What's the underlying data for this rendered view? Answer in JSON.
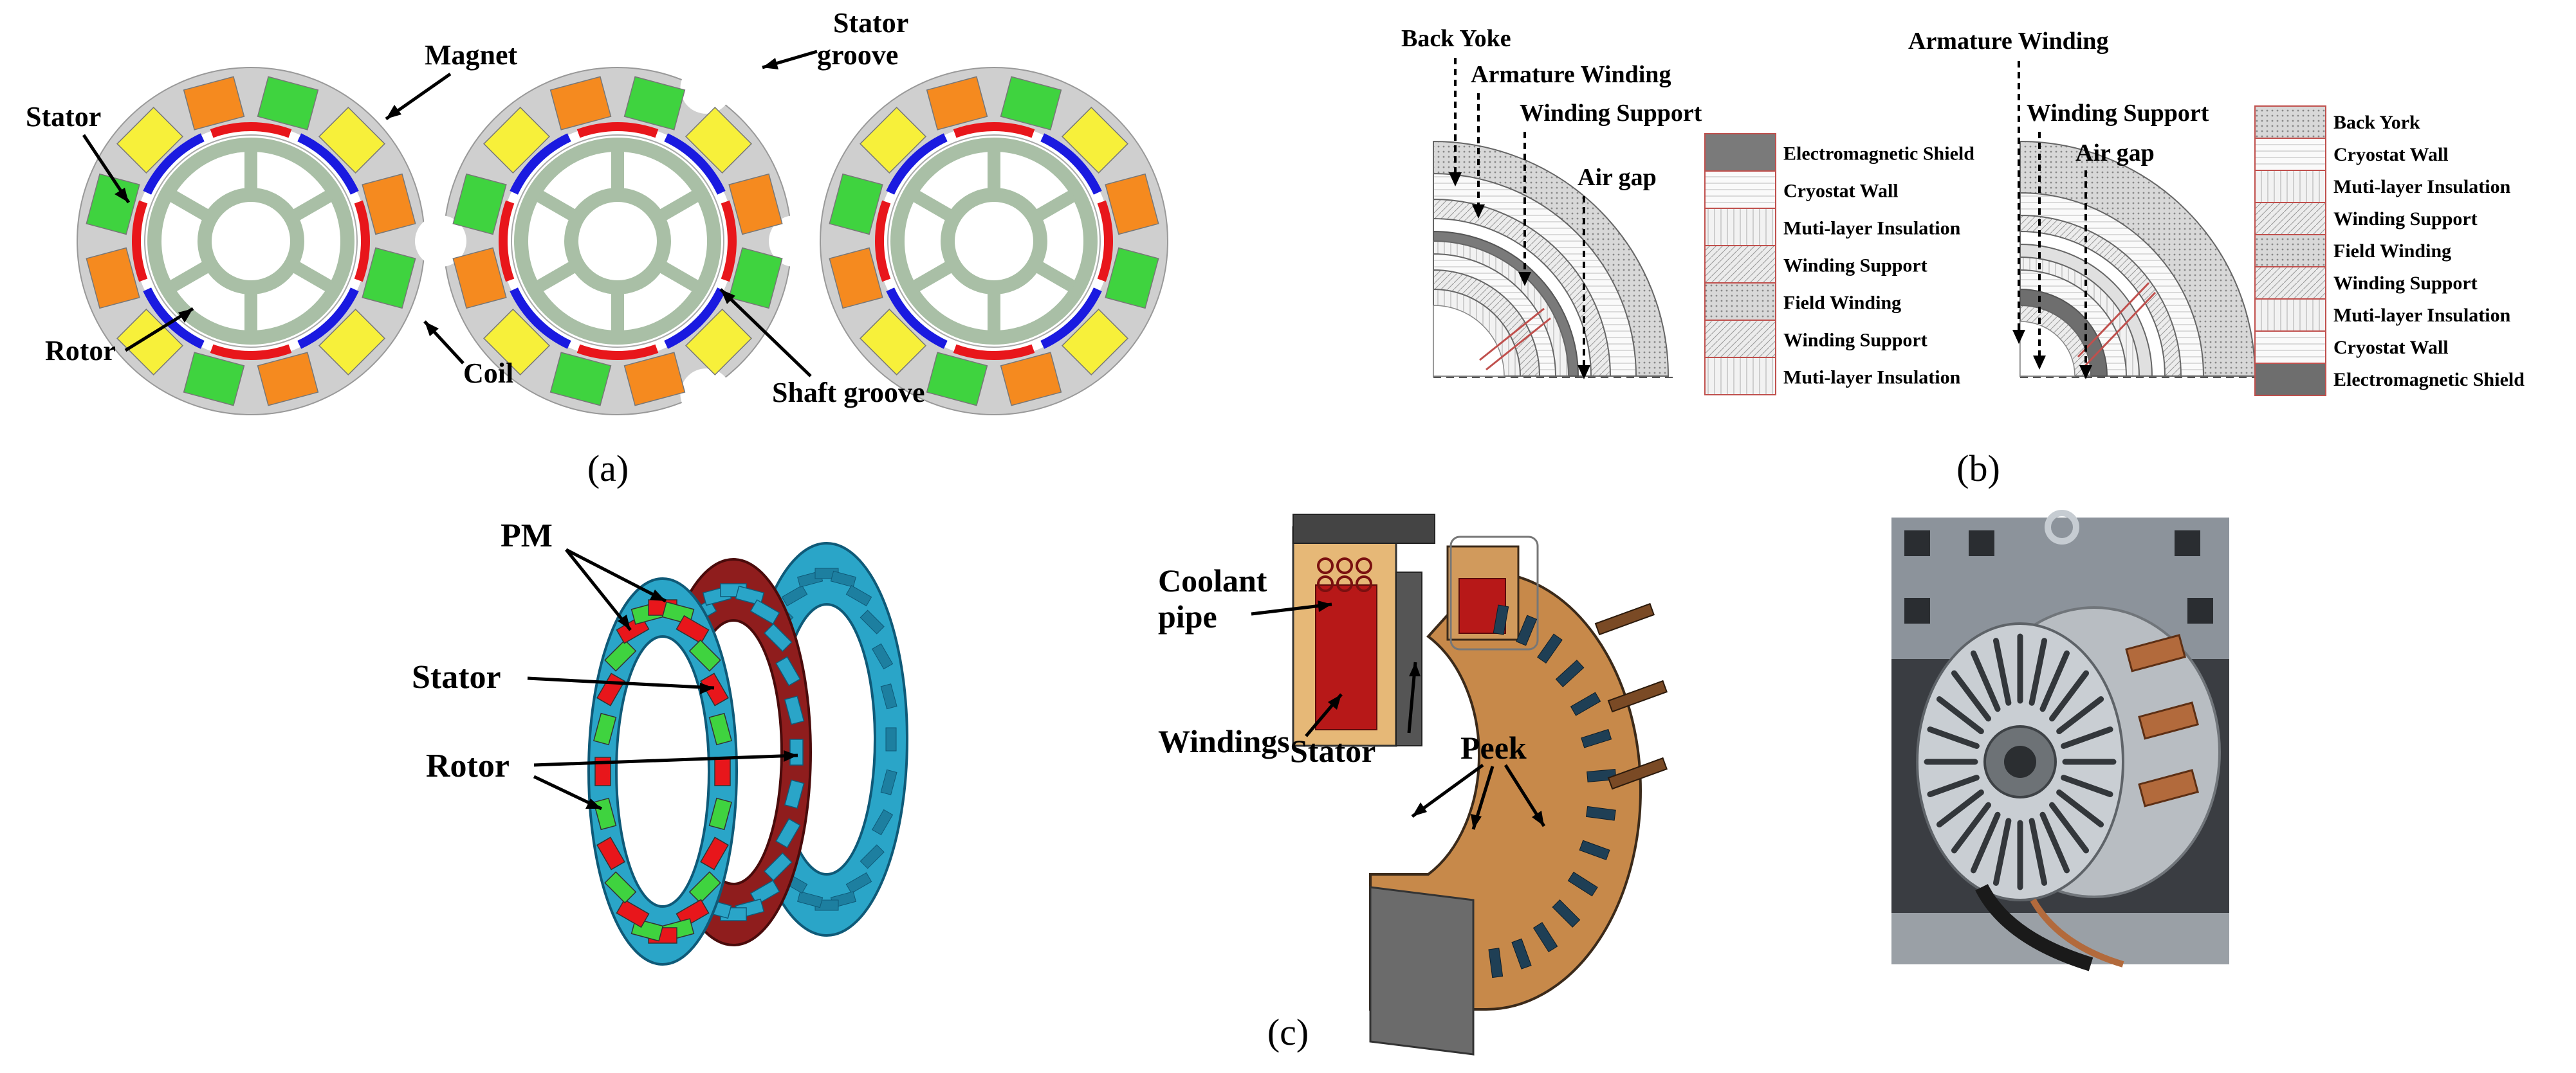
{
  "panel_a": {
    "labels": {
      "stator": "Stator",
      "magnet": "Magnet",
      "rotor": "Rotor",
      "coil": "Coil",
      "stator_groove": "Stator\ngroove",
      "shaft_groove": "Shaft groove"
    },
    "caption": "(a)"
  },
  "panel_b": {
    "left": {
      "labels": {
        "back_yoke": "Back Yoke",
        "armature_winding": "Armature Winding",
        "winding_support": "Winding Support",
        "air_gap": "Air gap"
      },
      "legend": [
        "Electromagnetic Shield",
        "Cryostat Wall",
        "Muti-layer Insulation",
        "Winding Support",
        "Field Winding",
        "Winding Support",
        "Muti-layer Insulation"
      ]
    },
    "right": {
      "labels": {
        "armature_winding": "Armature Winding",
        "winding_support": "Winding Support",
        "air_gap": "Air gap"
      },
      "legend": [
        "Back York",
        "Cryostat Wall",
        "Muti-layer Insulation",
        "Winding Support",
        "Field Winding",
        "Winding Support",
        "Muti-layer Insulation",
        "Cryostat Wall",
        "Electromagnetic Shield"
      ]
    },
    "caption": "(b)"
  },
  "panel_c": {
    "labels": {
      "pm": "PM",
      "stator": "Stator",
      "rotor": "Rotor",
      "coolant_pipe": "Coolant\npipe",
      "windings": "Windings",
      "stator2": "Stator",
      "peek": "Peek"
    },
    "caption": "(c)"
  },
  "colors": {
    "stator_grey": "#cfcfcf",
    "magnet_red": "#e8161b",
    "magnet_blue": "#1a1ae0",
    "coil_orange": "#f58a1f",
    "coil_yellow": "#f7f03a",
    "coil_green": "#3fd33f",
    "shaft_green": "#a9bfa6",
    "rotor_teal": "#2aa5c8",
    "peek_tan": "#d19a5c"
  }
}
